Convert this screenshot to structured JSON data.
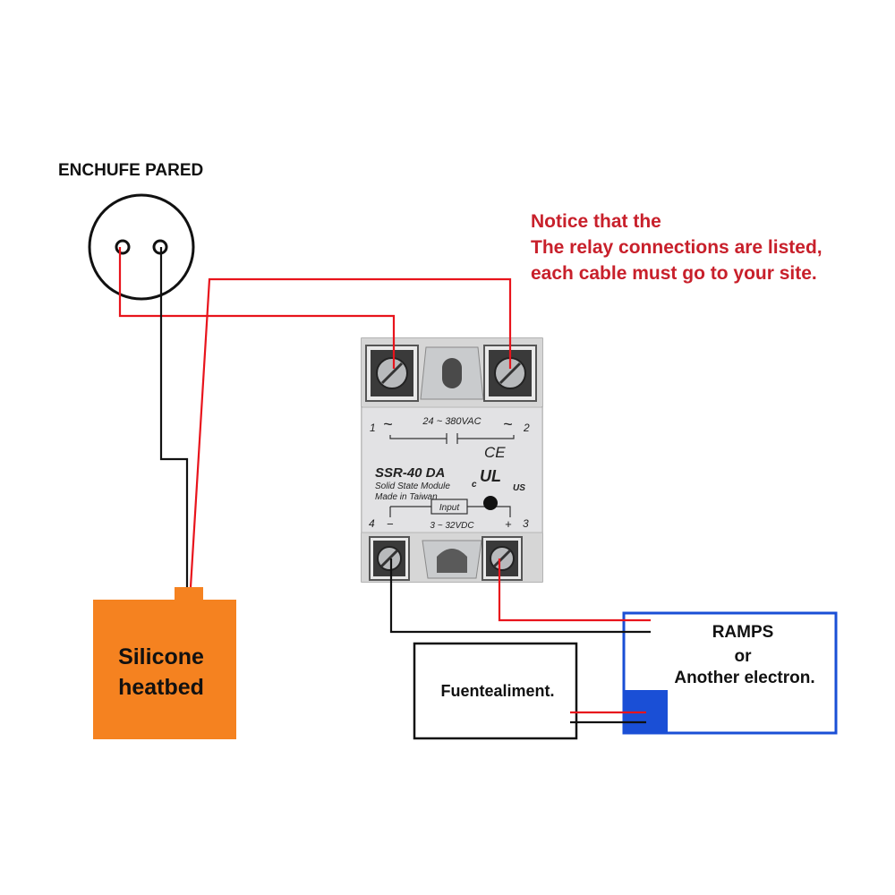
{
  "outlet": {
    "title": "ENCHUFE PARED"
  },
  "notice": {
    "line1": "Notice that the",
    "line2": "The relay connections are listed,",
    "line3": "each cable must go to your site."
  },
  "relay": {
    "model": "SSR-40 DA",
    "subtitle": "Solid State Module",
    "origin": "Made in Taiwan",
    "ac_range": "24 ~ 380VAC",
    "input_label": "Input",
    "dc_range": "3 ~ 32VDC",
    "term1": "1",
    "term2": "2",
    "term3": "3",
    "term4": "4",
    "tilde_left": "~",
    "tilde_right": "~",
    "minus": "−",
    "plus": "+",
    "ce_mark": "CE",
    "ul_c": "c",
    "ul_mark": "UL",
    "ul_us": "US"
  },
  "heatbed": {
    "line1": "Silicone",
    "line2": "heatbed"
  },
  "power_supply": {
    "label": "Fuentealiment."
  },
  "controller": {
    "line1": "RAMPS",
    "line2": "or",
    "line3": "Another electron."
  },
  "colors": {
    "wire_red": "#e8141c",
    "wire_black": "#111111",
    "notice_text": "#c8202b",
    "heatbed_fill": "#f58220",
    "controller_border": "#1a4fd6",
    "controller_port": "#1a4fd6"
  }
}
